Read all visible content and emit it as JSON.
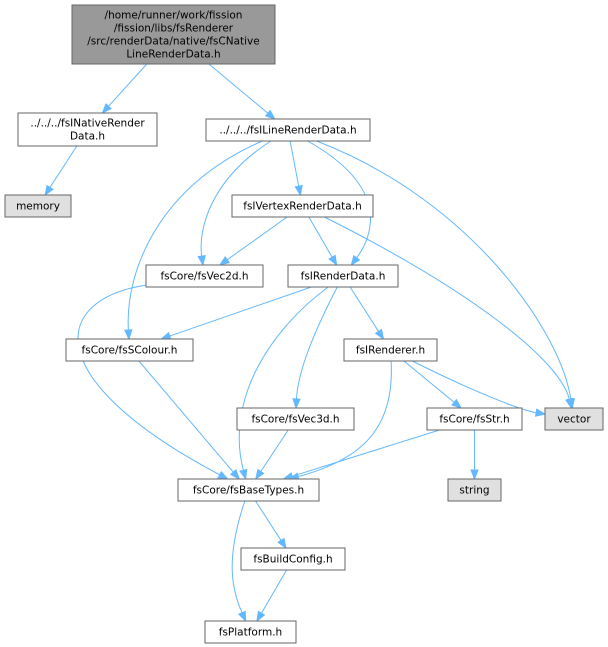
{
  "colors": {
    "root_fill": "#999999",
    "file_fill": "#ffffff",
    "system_fill": "#e0e0e0",
    "edge": "#63b8ff",
    "border": "#666666"
  },
  "nodes": {
    "root": {
      "lines": [
        "/home/runner/work/fission",
        "/fission/libs/fsRenderer",
        "/src/renderData/native/fsCNative",
        "LineRenderData.h"
      ],
      "kind": "root"
    },
    "ns_native_render_data": {
      "lines": [
        "../../../fsINativeRender",
        "Data.h"
      ],
      "kind": "file"
    },
    "ns_memory": {
      "lines": [
        "memory"
      ],
      "kind": "system"
    },
    "ns_line_render_data": {
      "lines": [
        "../../../fsILineRenderData.h"
      ],
      "kind": "file"
    },
    "ns_vertex_render_data": {
      "lines": [
        "fsIVertexRenderData.h"
      ],
      "kind": "file"
    },
    "ns_vec2d": {
      "lines": [
        "fsCore/fsVec2d.h"
      ],
      "kind": "file"
    },
    "ns_render_data": {
      "lines": [
        "fsIRenderData.h"
      ],
      "kind": "file"
    },
    "ns_scolour": {
      "lines": [
        "fsCore/fsSColour.h"
      ],
      "kind": "file"
    },
    "ns_renderer": {
      "lines": [
        "fsIRenderer.h"
      ],
      "kind": "file"
    },
    "ns_vec3d": {
      "lines": [
        "fsCore/fsVec3d.h"
      ],
      "kind": "file"
    },
    "ns_str": {
      "lines": [
        "fsCore/fsStr.h"
      ],
      "kind": "file"
    },
    "ns_vector": {
      "lines": [
        "vector"
      ],
      "kind": "system"
    },
    "ns_string": {
      "lines": [
        "string"
      ],
      "kind": "system"
    },
    "ns_base_types": {
      "lines": [
        "fsCore/fsBaseTypes.h"
      ],
      "kind": "file"
    },
    "ns_build_config": {
      "lines": [
        "fsBuildConfig.h"
      ],
      "kind": "file"
    },
    "ns_platform": {
      "lines": [
        "fsPlatform.h"
      ],
      "kind": "file"
    }
  },
  "edges": [
    [
      "root",
      "ns_native_render_data"
    ],
    [
      "root",
      "ns_line_render_data"
    ],
    [
      "ns_native_render_data",
      "ns_memory"
    ],
    [
      "ns_line_render_data",
      "ns_vertex_render_data"
    ],
    [
      "ns_line_render_data",
      "ns_vec2d"
    ],
    [
      "ns_line_render_data",
      "ns_render_data"
    ],
    [
      "ns_line_render_data",
      "ns_scolour"
    ],
    [
      "ns_line_render_data",
      "ns_vector"
    ],
    [
      "ns_vertex_render_data",
      "ns_vec2d"
    ],
    [
      "ns_vertex_render_data",
      "ns_render_data"
    ],
    [
      "ns_vertex_render_data",
      "ns_vector"
    ],
    [
      "ns_vec2d",
      "ns_base_types"
    ],
    [
      "ns_render_data",
      "ns_scolour"
    ],
    [
      "ns_render_data",
      "ns_base_types"
    ],
    [
      "ns_render_data",
      "ns_vec3d"
    ],
    [
      "ns_render_data",
      "ns_renderer"
    ],
    [
      "ns_scolour",
      "ns_base_types"
    ],
    [
      "ns_renderer",
      "ns_base_types"
    ],
    [
      "ns_renderer",
      "ns_str"
    ],
    [
      "ns_renderer",
      "ns_vector"
    ],
    [
      "ns_vec3d",
      "ns_base_types"
    ],
    [
      "ns_str",
      "ns_base_types"
    ],
    [
      "ns_str",
      "ns_string"
    ],
    [
      "ns_base_types",
      "ns_build_config"
    ],
    [
      "ns_base_types",
      "ns_platform"
    ],
    [
      "ns_build_config",
      "ns_platform"
    ]
  ]
}
